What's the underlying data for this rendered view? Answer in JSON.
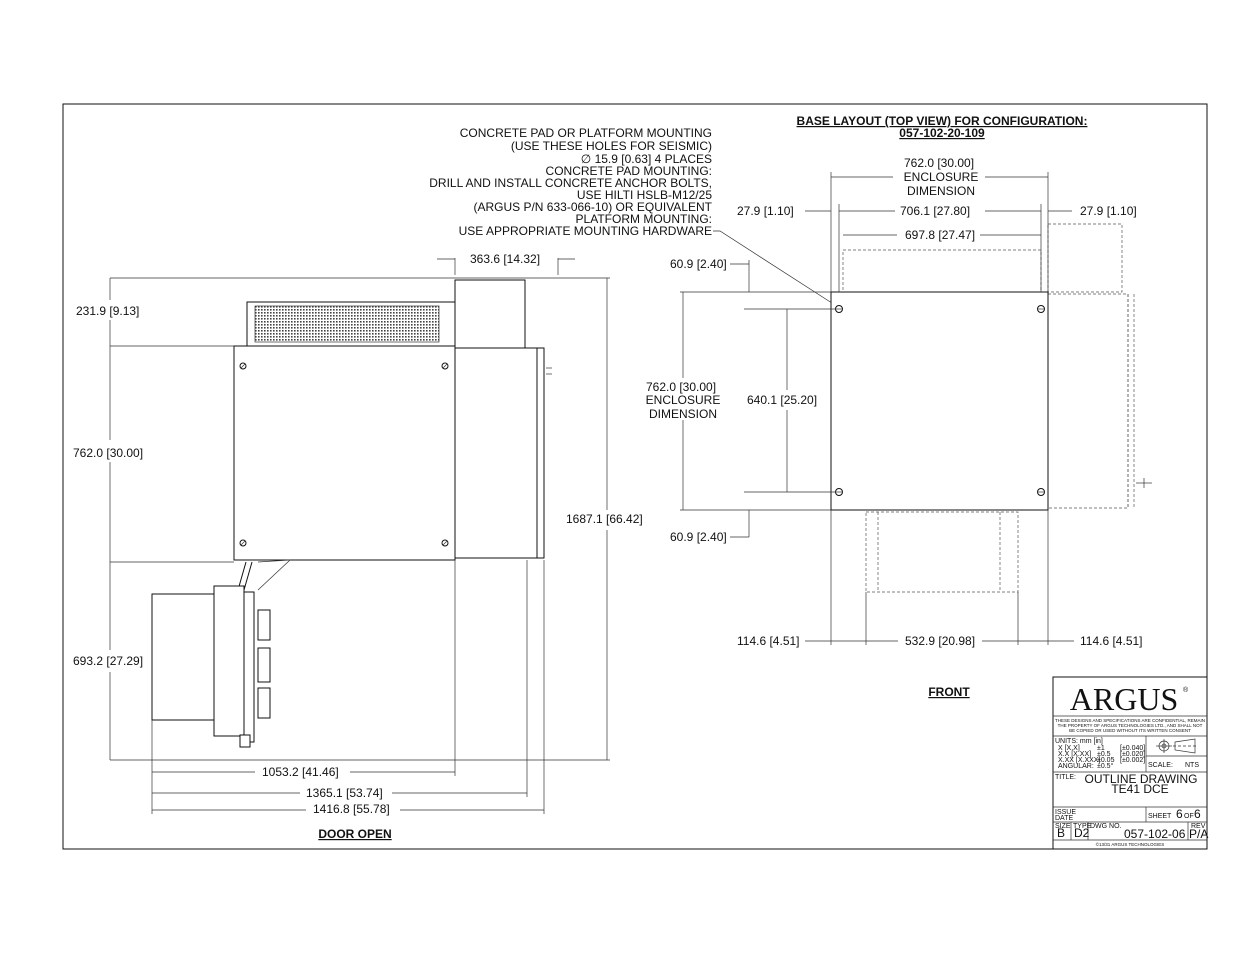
{
  "notes": {
    "line1": "CONCRETE PAD OR PLATFORM MOUNTING",
    "line2": "(USE THESE HOLES FOR SEISMIC)",
    "line3": "∅ 15.9 [0.63] 4 PLACES",
    "line4": "CONCRETE PAD MOUNTING:",
    "line5": "DRILL AND INSTALL CONCRETE ANCHOR BOLTS,",
    "line6": "USE HILTI HSLB-M12/25",
    "line7": "(ARGUS P/N 633-066-10) OR EQUIVALENT",
    "line8": "PLATFORM MOUNTING:",
    "line9": "USE APPROPRIATE MOUNTING HARDWARE"
  },
  "base_layout": {
    "title": "BASE LAYOUT (TOP VIEW) FOR CONFIGURATION:",
    "config": "057-102-20-109"
  },
  "door_open": {
    "label": "DOOR OPEN",
    "dims": {
      "top_width": "363.6 [14.32]",
      "left_top": "231.9 [9.13]",
      "left_mid": "762.0 [30.00]",
      "left_bottom": "693.2 [27.29]",
      "height_total": "1687.1 [66.42]",
      "w1": "1053.2 [41.46]",
      "w2": "1365.1 [53.74]",
      "w3": "1416.8 [55.78]"
    }
  },
  "front": {
    "label": "FRONT",
    "dims": {
      "encl_w_a": "762.0 [30.00]",
      "encl_w_b": "ENCLOSURE",
      "encl_w_c": "DIMENSION",
      "side_l": "27.9 [1.10]",
      "side_r": "27.9 [1.10]",
      "inner1": "706.1 [27.80]",
      "inner2": "697.8 [27.47]",
      "top_off": "60.9 [2.40]",
      "bot_off": "60.9 [2.40]",
      "encl_h_a": "762.0 [30.00]",
      "encl_h_b": "ENCLOSURE",
      "encl_h_c": "DIMENSION",
      "hole_span": "640.1 [25.20]",
      "bl": "114.6 [4.51]",
      "bm": "532.9 [20.98]",
      "br": "114.6 [4.51]"
    }
  },
  "title_block": {
    "logo": "ARGUS",
    "logo_mark": "®",
    "confidential_1": "THESE DESIGNS AND SPECIFICATIONS ARE CONFIDENTIAL, REMAIN",
    "confidential_2": "THE PROPERTY OF ARGUS TECHNOLOGIES LTD., AND SHALL NOT",
    "confidential_3": "BE COPIED OR USED WITHOUT ITS WRITTEN CONSENT",
    "units": "UNITS: mm [in]",
    "tol1a": "X [X.X]",
    "tol1b": "±1",
    "tol1c": "[±0.040]",
    "tol2a": "X.X [X.XX]",
    "tol2b": "±0.5",
    "tol2c": "[±0.020]",
    "tol3a": "X.XX [X.XXX]",
    "tol3b": "±0.05",
    "tol3c": "[±0.002]",
    "tol4a": "ANGULAR:",
    "tol4b": "±0.5°",
    "scale_label": "SCALE:",
    "scale_value": "NTS",
    "title_label": "TITLE:",
    "title_1": "OUTLINE DRAWING",
    "title_2": "TE41 DCE",
    "issue_label": "ISSUE",
    "date_label": "DATE",
    "sheet_label": "SHEET",
    "sheet_num": "6",
    "sheet_of": "OF",
    "sheet_total": "6",
    "size_label": "SIZE",
    "type_label": "TYPE",
    "dwg_label": "DWG NO.",
    "rev_label": "REV",
    "size_value": "B",
    "type_value": "D2",
    "dwg_value": "057-102-06",
    "rev_value": "P/A",
    "copyright": "©13/31 ARGUS TECHNOLOGIES"
  }
}
